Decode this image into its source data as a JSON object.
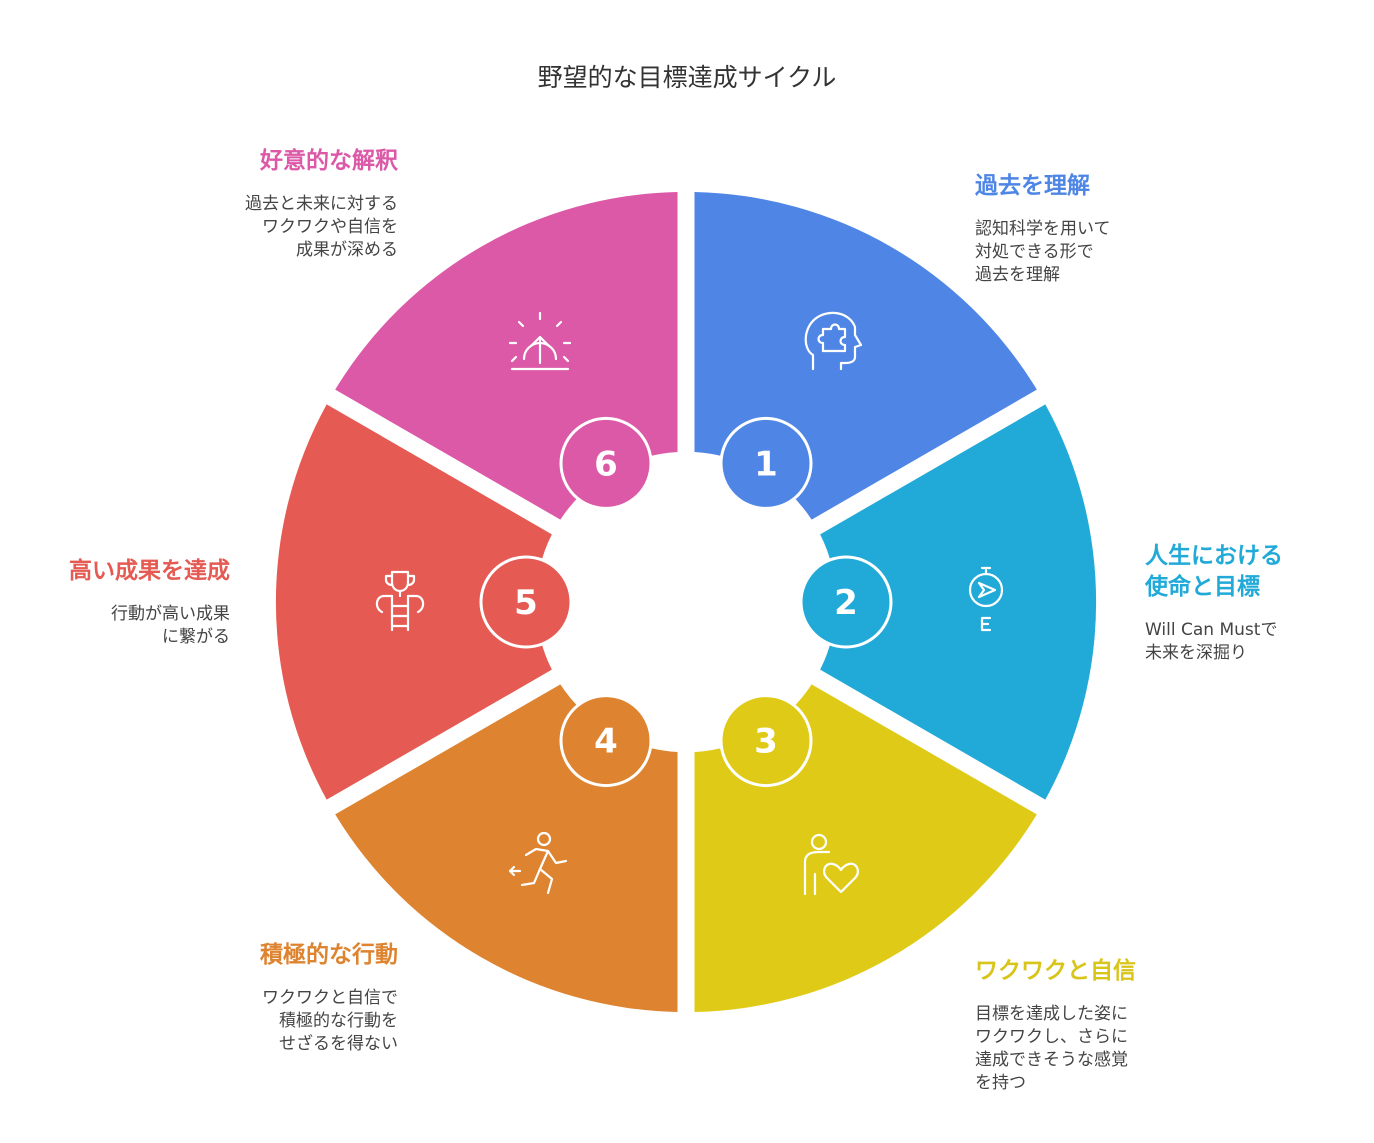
{
  "title": "野望的な目標達成サイクル",
  "segments": [
    {
      "num": "1",
      "color": "#4f86e6",
      "icon": "brain-puzzle-icon",
      "heading": "過去を理解",
      "desc": [
        "認知科学を用いて",
        "対処できる形で",
        "過去を理解"
      ]
    },
    {
      "num": "2",
      "color": "#21aad8",
      "icon": "compass-icon",
      "heading": [
        "人生における",
        "使命と目標"
      ],
      "desc": [
        "Will Can Mustで",
        "未来を深掘り"
      ]
    },
    {
      "num": "3",
      "color": "#dfcb17",
      "icon": "person-heart-icon",
      "heading": "ワクワクと自信",
      "desc": [
        "目標を達成した姿に",
        "ワクワクし、さらに",
        "達成できそうな感覚",
        "を持つ"
      ]
    },
    {
      "num": "4",
      "color": "#de8430",
      "icon": "running-person-icon",
      "heading": "積極的な行動",
      "desc": [
        "ワクワクと自信で",
        "積極的な行動を",
        "せざるを得ない"
      ]
    },
    {
      "num": "5",
      "color": "#e55a52",
      "icon": "trophy-ladder-icon",
      "heading": "高い成果を達成",
      "desc": [
        "行動が高い成果",
        "に繋がる"
      ]
    },
    {
      "num": "6",
      "color": "#dc59a8",
      "icon": "sunrise-icon",
      "heading": "好意的な解釈",
      "desc": [
        "過去と未来に対する",
        "ワクワクや自信を",
        "成果が深める"
      ]
    }
  ]
}
